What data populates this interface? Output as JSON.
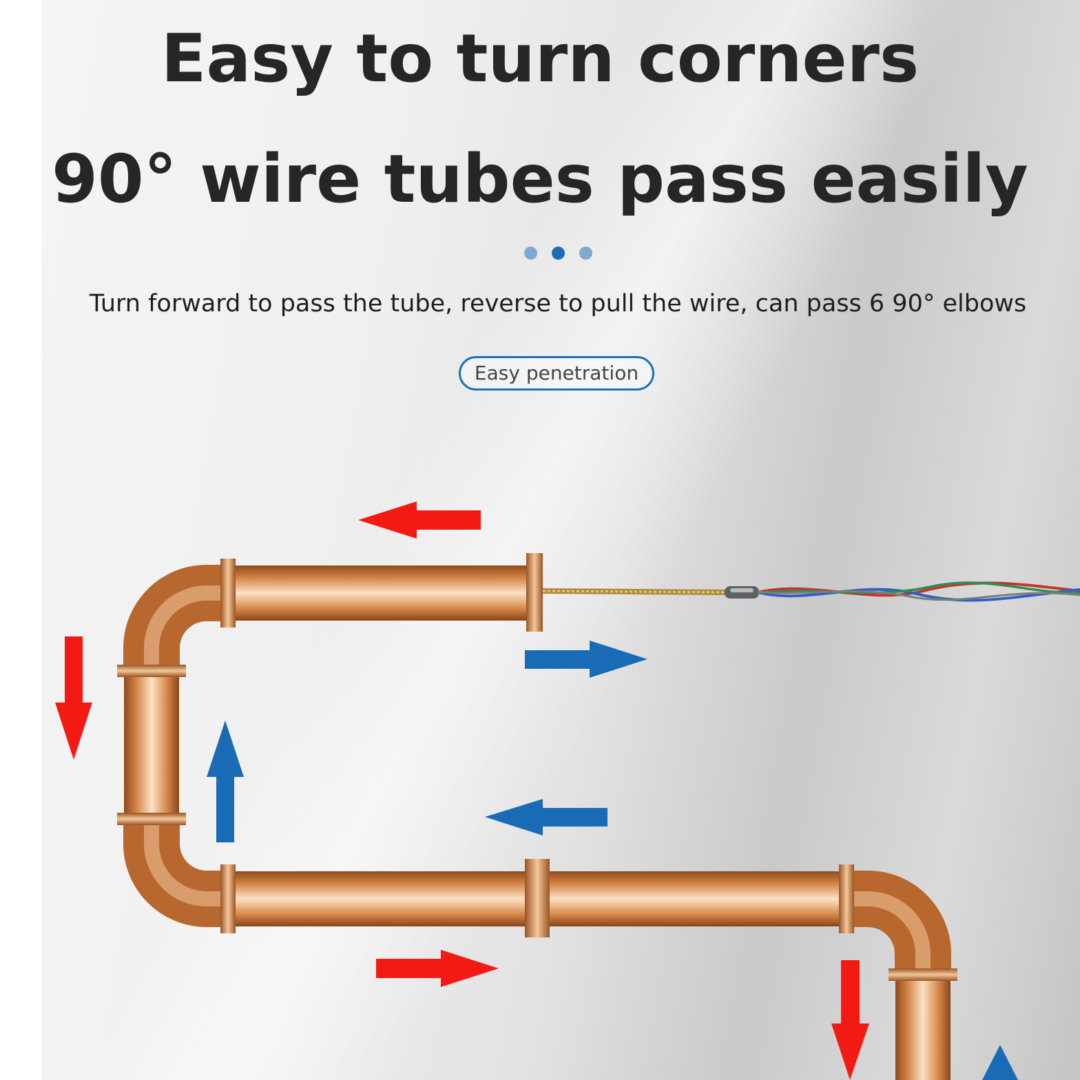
{
  "headline": {
    "line1": "Easy to turn corners",
    "line2": "90° wire tubes pass easily"
  },
  "description": "Turn forward to pass the tube, reverse to pull the wire, can pass 6 90° elbows",
  "badge": "Easy penetration",
  "pagination": {
    "count": 3,
    "active": 2
  },
  "colors": {
    "pull_arrow": "#f31a14",
    "push_arrow": "#1a6bb5",
    "pipe": "#c8773d",
    "badge_border": "#1f6fb4",
    "active_dot": "#1c6db5",
    "inactive_dot": "#7fa9cf"
  }
}
